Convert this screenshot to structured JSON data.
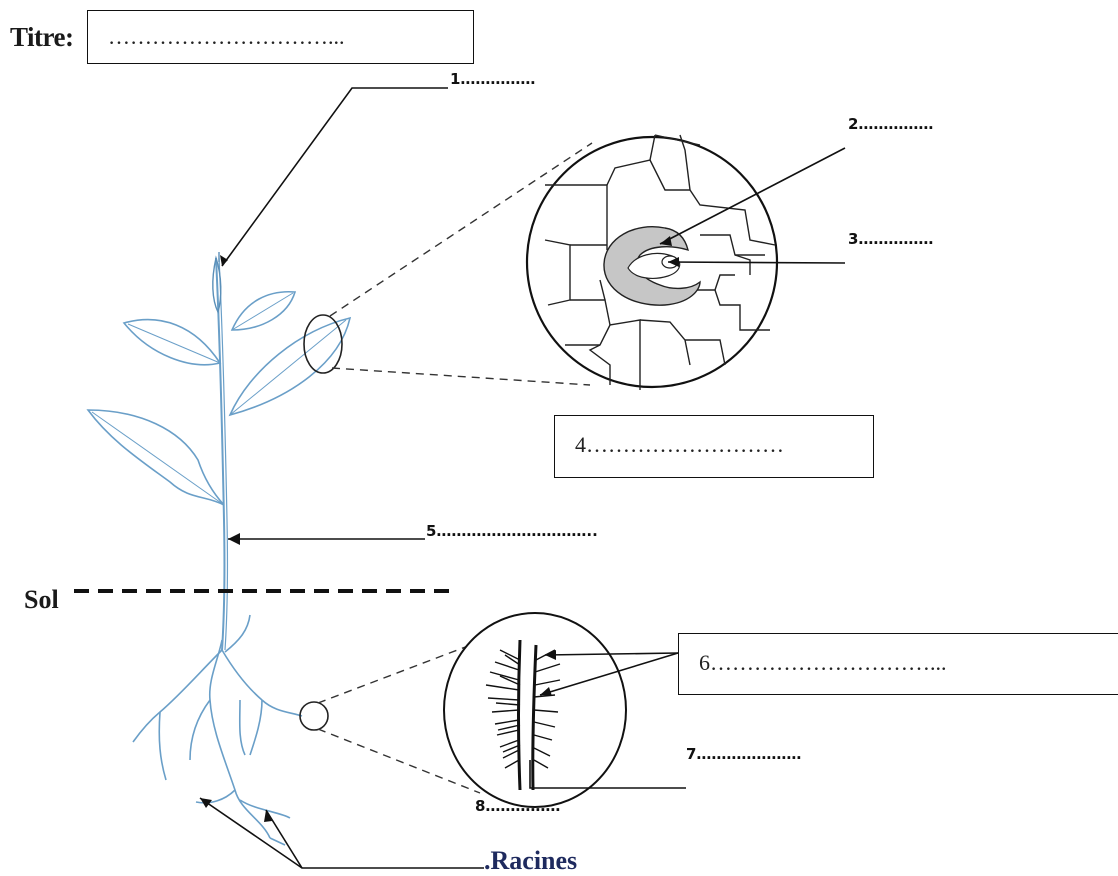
{
  "title": {
    "label": "Titre:",
    "placeholder": "…………………………..."
  },
  "labels": {
    "l1": "1……………",
    "l2": "2……………",
    "l3": "3……………",
    "l4": "4………………………",
    "l5": "5…………………………..",
    "l6": "6…………………………...",
    "l7": "7…………………",
    "l8": "8……………"
  },
  "sol": "Sol",
  "racines": ".Racines"
}
